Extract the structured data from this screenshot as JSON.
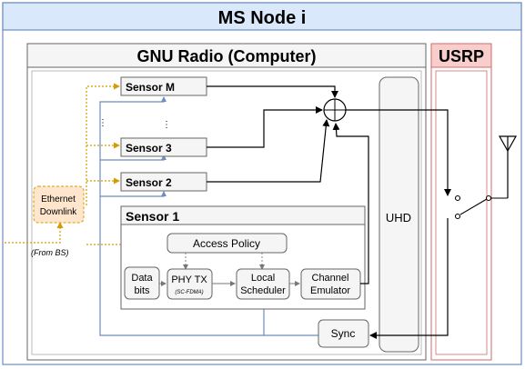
{
  "title": "MS Node i",
  "gnu_radio": {
    "label": "GNU Radio (Computer)"
  },
  "usrp": {
    "label": "USRP"
  },
  "sensors": {
    "m": "Sensor M",
    "three": "Sensor 3",
    "two": "Sensor 2",
    "one": "Sensor 1"
  },
  "ethernet": {
    "line1": "Ethernet",
    "line2": "Downlink",
    "from_bs": "(From BS)"
  },
  "blocks": {
    "access_policy": "Access Policy",
    "data_bits_1": "Data",
    "data_bits_2": "bits",
    "phy_tx": "PHY TX",
    "phy_tx_sub": "(SC-FDMA)",
    "local_1": "Local",
    "local_2": "Scheduler",
    "channel_1": "Channel",
    "channel_2": "Emulator",
    "uhd": "UHD",
    "sync": "Sync"
  },
  "colors": {
    "title_bg": "#dae8fc",
    "title_border": "#6c8ebf",
    "usrp_bg": "#f8cecc",
    "usrp_border": "#d46a6a",
    "ethernet_bg": "#ffe6cc",
    "ethernet_border": "#d79b00",
    "block_bg": "#f5f5f5",
    "feedback_line": "#6c8ebf"
  }
}
